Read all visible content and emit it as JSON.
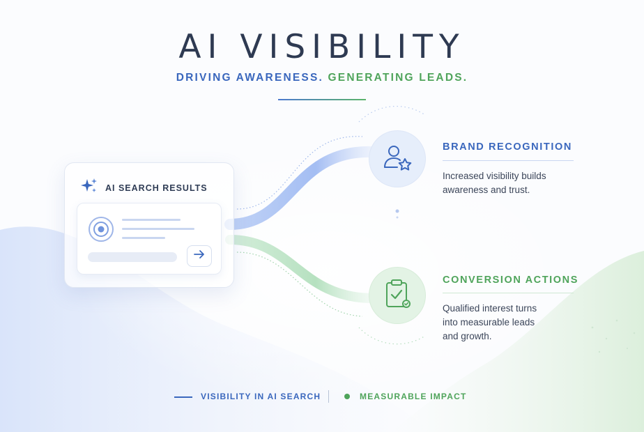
{
  "header": {
    "title": "AI VISIBILITY",
    "subtitle_part1": "DRIVING AWARENESS.",
    "subtitle_part2": "GENERATING LEADS."
  },
  "search_card": {
    "title": "AI SEARCH RESULTS",
    "icons": [
      "sparkle-icon",
      "target-icon",
      "arrow-right-icon"
    ]
  },
  "outcomes": [
    {
      "title": "BRAND RECOGNITION",
      "description_line1": "Increased visibility builds",
      "description_line2": "awareness and trust.",
      "icon": "user-star-icon",
      "color": "#3a67bd"
    },
    {
      "title": "CONVERSION ACTIONS",
      "description_line1": "Qualified interest turns",
      "description_line2": "into measurable leads",
      "description_line3": "and growth.",
      "icon": "clipboard-check-icon",
      "color": "#4fa45b"
    }
  ],
  "legend": {
    "item1": "VISIBILITY IN AI SEARCH",
    "item2": "MEASURABLE IMPACT"
  },
  "colors": {
    "blue_accent": "#3a67bd",
    "green_accent": "#4fa45b",
    "title": "#2e3a52"
  }
}
